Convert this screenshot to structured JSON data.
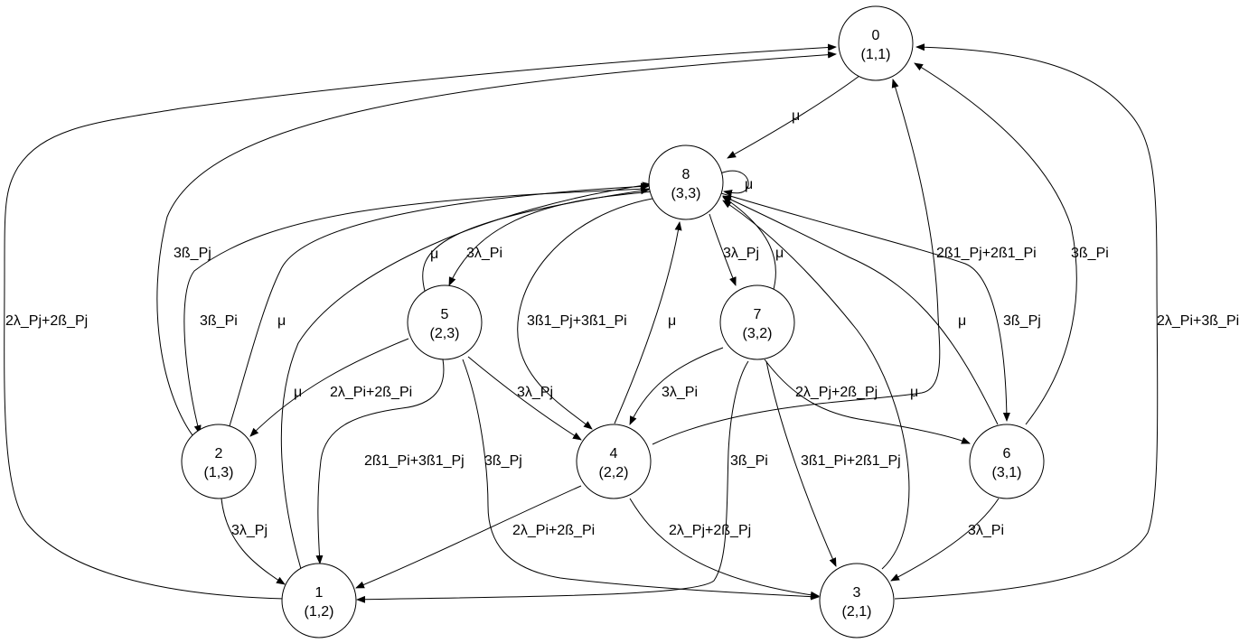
{
  "nodes": {
    "n0": {
      "id": "0",
      "coord": "(1,1)"
    },
    "n1": {
      "id": "1",
      "coord": "(1,2)"
    },
    "n2": {
      "id": "2",
      "coord": "(1,3)"
    },
    "n3": {
      "id": "3",
      "coord": "(2,1)"
    },
    "n4": {
      "id": "4",
      "coord": "(2,2)"
    },
    "n5": {
      "id": "5",
      "coord": "(2,3)"
    },
    "n6": {
      "id": "6",
      "coord": "(3,1)"
    },
    "n7": {
      "id": "7",
      "coord": "(3,2)"
    },
    "n8": {
      "id": "8",
      "coord": "(3,3)"
    }
  },
  "edges": {
    "e0_8": "μ",
    "e8_8": "μ",
    "e8_5": "3λ_Pi",
    "e5_8": "μ",
    "e8_7": "3λ_Pj",
    "e7_8": "μ",
    "e8_4": "3ß1_Pj+3ß1_Pi",
    "e4_8": "μ",
    "e8_6": "3ß_Pj",
    "e6_8": "μ",
    "e3_8": "μ",
    "e8_2": "3ß_Pi",
    "e2_8": "μ",
    "e1_8": "μ",
    "e2_0": "3ß_Pj",
    "e1_0": "2λ_Pj+2ß_Pj",
    "e3_0": "2λ_Pi+3ß_Pi",
    "e6_0": "3ß_Pi",
    "e4_0": "2ß1_Pj+2ß1_Pi",
    "e5_2": "2λ_Pi+2ß_Pi",
    "e5_1": "2ß1_Pi+3ß1_Pj",
    "e5_3": "3ß_Pj",
    "e5_4": "3λ_Pj",
    "e7_4": "3λ_Pi",
    "e7_6": "2λ_Pj+2ß_Pj",
    "e7_3": "3ß1_Pi+2ß1_Pj",
    "e7_1": "3ß_Pi",
    "e2_1": "3λ_Pj",
    "e4_1": "2λ_Pi+2ß_Pi",
    "e4_3": "2λ_Pj+2ß_Pj",
    "e6_3": "3λ_Pi"
  }
}
